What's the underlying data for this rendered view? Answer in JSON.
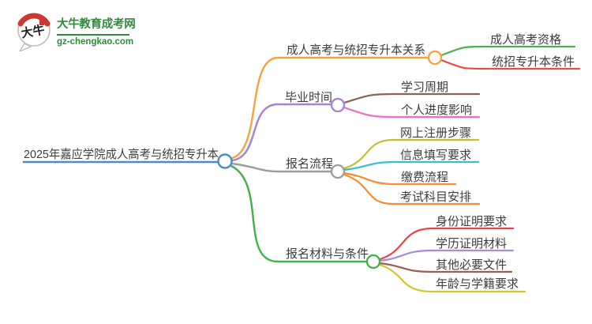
{
  "logo": {
    "icon_text": "大牛",
    "site_name": "大牛教育成考网",
    "site_url": "gz-chengkao.com",
    "brand_green": "#2e8b3a",
    "icon_red": "#cc3a2f"
  },
  "mindmap": {
    "text_color": "#3d3d3d",
    "root": {
      "label": "2025年嘉应学院成人高考与统招专升本",
      "color": "#4a8cc9"
    },
    "branches": [
      {
        "label": "成人高考与统招专升本关系",
        "color": "#f5a23f",
        "children": [
          {
            "label": "成人高考资格",
            "color": "#4cb052"
          },
          {
            "label": "统招专升本条件",
            "color": "#e64c49"
          }
        ]
      },
      {
        "label": "毕业时间",
        "color": "#a383d4",
        "children": [
          {
            "label": "学习周期",
            "color": "#8d6055"
          },
          {
            "label": "个人进度影响",
            "color": "#f070c4"
          }
        ]
      },
      {
        "label": "报名流程",
        "color": "#9c9c9c",
        "children": [
          {
            "label": "网上注册步骤",
            "color": "#bcc231"
          },
          {
            "label": "信息填写要求",
            "color": "#38bcd8"
          },
          {
            "label": "缴费流程",
            "color": "#f78b33"
          },
          {
            "label": "考试科目安排",
            "color": "#f78b33"
          }
        ]
      },
      {
        "label": "报名材料与条件",
        "color": "#43b149",
        "children": [
          {
            "label": "身份证明要求",
            "color": "#e64444"
          },
          {
            "label": "学历证明材料",
            "color": "#a98bd8"
          },
          {
            "label": "其他必要文件",
            "color": "#9e5c52"
          },
          {
            "label": "年龄与学籍要求",
            "color": "#d2c52e"
          }
        ]
      }
    ]
  }
}
